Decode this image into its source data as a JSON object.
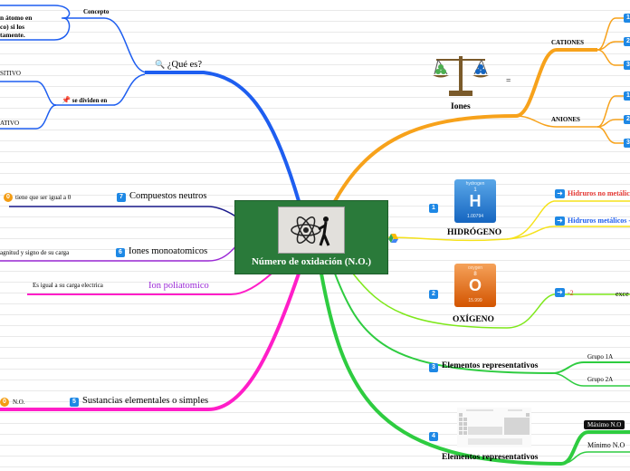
{
  "central": {
    "title": "Número de oxidación (N.O.)"
  },
  "left": {
    "que_es": {
      "label": "¿Qué es?",
      "concepto": "Concepto",
      "concepto_text": [
        "n átomo en",
        "co) si los",
        "tamente."
      ]
    },
    "se_dividen": {
      "label": "se dividen en",
      "positivo": "SITIVO",
      "negativo": "ATIVO"
    },
    "compuestos": {
      "number": "7",
      "label": "Compuestos neutros",
      "circle": "0",
      "detail": "tiene que ser igual a 0"
    },
    "iones_mono": {
      "number": "6",
      "label": "Iones monoatomicos",
      "detail": "agnitud y signo de su carga"
    },
    "poliatomico": {
      "label": "Ion poliatomico",
      "detail": "Es igual a su carga electrica"
    },
    "sustancias": {
      "number": "5",
      "label": "Sustancias elementales o simples",
      "circle": "0",
      "detail": "N.O."
    }
  },
  "right": {
    "iones": {
      "label": "Iones",
      "eq": "=",
      "cationes": "CATIONES",
      "aniones": "ANIONES",
      "cation_nums": [
        "1",
        "2",
        "3"
      ],
      "anion_nums": [
        "1",
        "2",
        "3"
      ]
    },
    "hidrogeno": {
      "number": "1",
      "label": "HIDRÓGENO",
      "tile": {
        "name": "hydrogen",
        "z": "1",
        "symbol": "H",
        "mass": "1.00794"
      },
      "sub1": "Hidruros no metálic",
      "sub2": "Hidruros metálicos -"
    },
    "oxigeno": {
      "number": "2",
      "label": "OXÍGENO",
      "tile": {
        "name": "oxygen",
        "z": "8",
        "symbol": "O",
        "mass": "15.999"
      },
      "sub": "-2",
      "note": "exce"
    },
    "representativos1": {
      "number": "3",
      "label": "Elementos representativos",
      "g1": "Grupo 1A",
      "g2": "Grupo 2A"
    },
    "representativos2": {
      "number": "4",
      "label": "Elementos representativos",
      "max": "Máximo N.O",
      "min": "Mínimo N.O"
    }
  },
  "colors": {
    "central": "#2a7a3a",
    "blue": "#1e5ef0",
    "orange": "#f7a21b",
    "yellow": "#f5e21b",
    "lime": "#7ee81b",
    "green": "#2ecc40",
    "magenta": "#ff1ec8",
    "purple": "#9b2ad6",
    "navy": "#1a1a8c"
  }
}
